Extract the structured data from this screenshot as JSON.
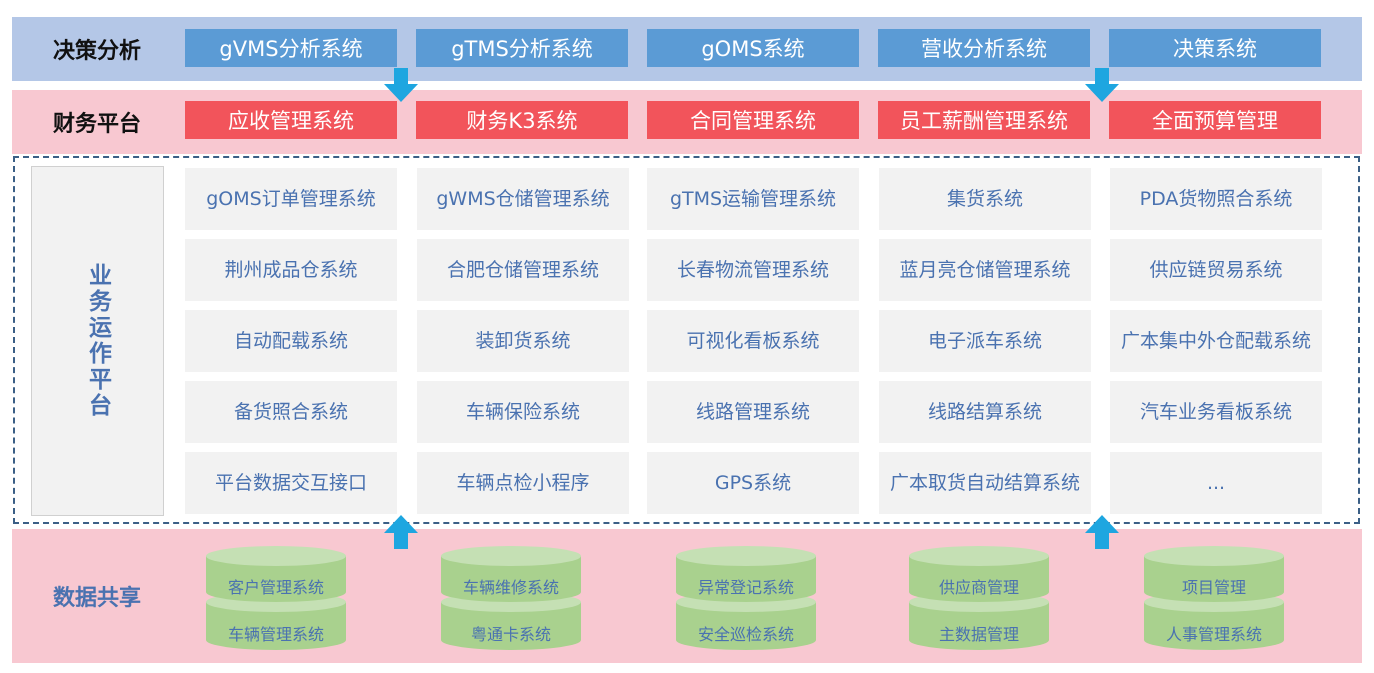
{
  "decision": {
    "label": "决策分析",
    "items": [
      "gVMS分析系统",
      "gTMS分析系统",
      "gOMS系统",
      "营收分析系统",
      "决策系统"
    ]
  },
  "finance": {
    "label": "财务平台",
    "items": [
      "应收管理系统",
      "财务K3系统",
      "合同管理系统",
      "员工薪酬管理系统",
      "全面预算管理"
    ]
  },
  "operations": {
    "label": "业务运作平台",
    "rows": [
      [
        "gOMS订单管理系统",
        "gWMS仓储管理系统",
        "gTMS运输管理系统",
        "集货系统",
        "PDA货物照合系统"
      ],
      [
        "荆州成品仓系统",
        "合肥仓储管理系统",
        "长春物流管理系统",
        "蓝月亮仓储管理系统",
        "供应链贸易系统"
      ],
      [
        "自动配载系统",
        "装卸货系统",
        "可视化看板系统",
        "电子派车系统",
        "广本集中外仓配载系统"
      ],
      [
        "备货照合系统",
        "车辆保险系统",
        "线路管理系统",
        "线路结算系统",
        "汽车业务看板系统"
      ],
      [
        "平台数据交互接口",
        "车辆点检小程序",
        "GPS系统",
        "广本取货自动结算系统",
        "..."
      ]
    ]
  },
  "data_sharing": {
    "label": "数据共享",
    "stacks": [
      {
        "top": "客户管理系统",
        "bottom": "车辆管理系统"
      },
      {
        "top": "车辆维修系统",
        "bottom": "粤通卡系统"
      },
      {
        "top": "异常登记系统",
        "bottom": "安全巡检系统"
      },
      {
        "top": "供应商管理",
        "bottom": "主数据管理"
      },
      {
        "top": "项目管理",
        "bottom": "人事管理系统"
      }
    ]
  },
  "colors": {
    "decision_band": "#b4c7e7",
    "decision_box": "#5b9bd5",
    "finance_band": "#f8c8d1",
    "finance_box": "#f2545b",
    "cell_bg": "#f2f2f2",
    "cell_text": "#4a72b0",
    "arrow": "#1ea6e0",
    "db_fill": "#a9d18e"
  }
}
